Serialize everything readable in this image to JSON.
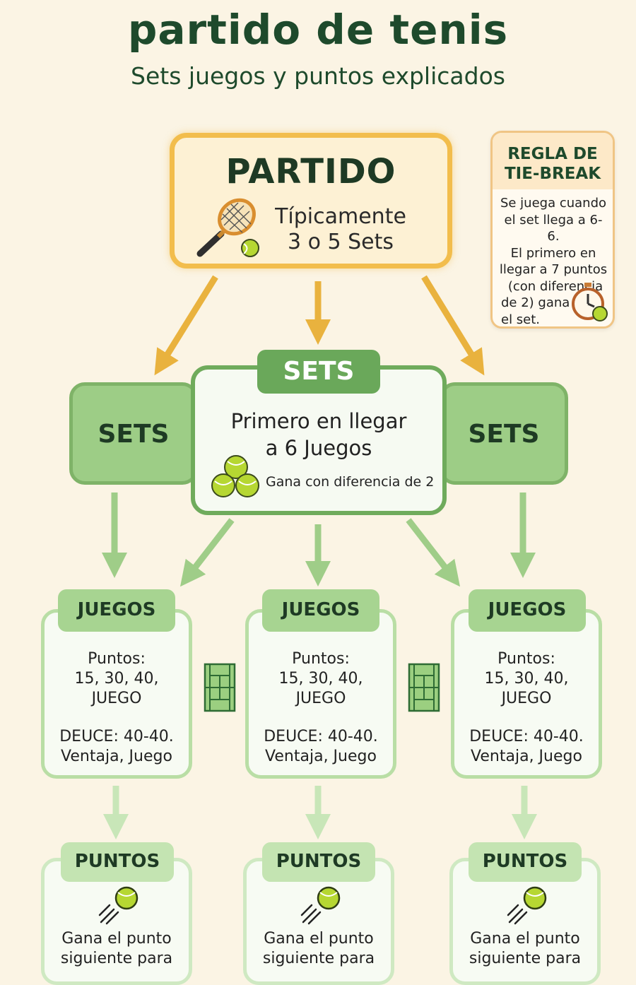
{
  "header": {
    "title": "partido de tenis",
    "subtitle": "Sets juegos y puntos explicados"
  },
  "partido": {
    "title": "PARTIDO",
    "line1": "Típicamente",
    "line2": "3 o 5 Sets"
  },
  "tiebreak": {
    "title_line1": "REGLA DE",
    "title_line2": "TIE-BREAK",
    "lines": [
      "Se juega cuando",
      "el set llega a 6-6.",
      "El primero en",
      "llegar a 7 puntos",
      "(con diferencia",
      "de 2) gana",
      "el set."
    ]
  },
  "sets": {
    "left_label": "SETS",
    "right_label": "SETS",
    "center_tab": "SETS",
    "line1": "Primero en llegar",
    "line2": "a 6 Juegos",
    "note": "Gana con diferencia de 2"
  },
  "juegos": [
    {
      "tab": "JUEGOS",
      "l1": "Puntos:",
      "l2": "15, 30, 40,",
      "l3": "JUEGO",
      "l4": "DEUCE: 40-40.",
      "l5": "Ventaja, Juego"
    },
    {
      "tab": "JUEGOS",
      "l1": "Puntos:",
      "l2": "15, 30, 40,",
      "l3": "JUEGO",
      "l4": "DEUCE: 40-40.",
      "l5": "Ventaja, Juego"
    },
    {
      "tab": "JUEGOS",
      "l1": "Puntos:",
      "l2": "15, 30, 40,",
      "l3": "JUEGO",
      "l4": "DEUCE: 40-40.",
      "l5": "Ventaja, Juego"
    }
  ],
  "puntos": [
    {
      "tab": "PUNTOS",
      "l1": "Gana el punto",
      "l2": "siguiente para"
    },
    {
      "tab": "PUNTOS",
      "l1": "Gana el punto",
      "l2": "siguiente para"
    },
    {
      "tab": "PUNTOS",
      "l1": "Gana el punto",
      "l2": "siguiente para"
    }
  ],
  "colors": {
    "background": "#fbf4e4",
    "title": "#1e4a2c",
    "partido_border": "#f2bd4c",
    "sets_green": "#6aa85a",
    "juegos_green": "#a7d491",
    "puntos_green": "#c4e4b2",
    "ball": "#b6d732"
  },
  "icons": {
    "partido": "tennis-racket-icon",
    "tiebreak": "stopwatch-icon",
    "sets": "tennis-balls-icon",
    "court": "tennis-court-icon",
    "puntos": "flying-ball-icon"
  }
}
